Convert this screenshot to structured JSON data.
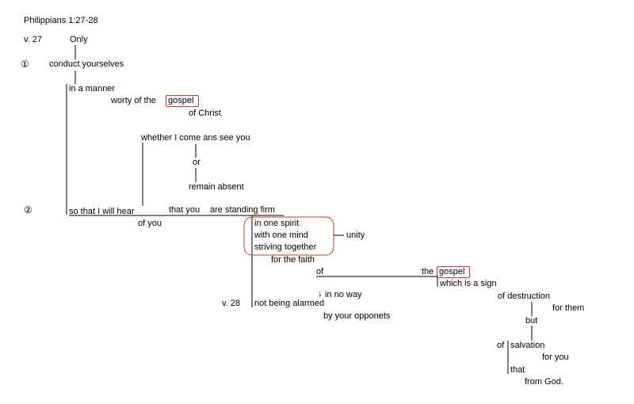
{
  "title": "Philippians 1:27-28",
  "verse_27": "v. 27",
  "verse_28": "v. 28",
  "marker_1": "①",
  "marker_2": "②",
  "highlight_color": "#d33333",
  "words": {
    "only": "Only",
    "conduct": "conduct yourselves",
    "in_a_manner": "in a manner",
    "worty_of_the": "worty of the",
    "gospel": "gospel",
    "of_christ": "of Christ",
    "whether": "whether I come ans see you",
    "or": "or",
    "remain_absent": "remain absent",
    "so_that": "so that I will hear",
    "that_you": "that you",
    "are_standing_firm": "are standing firm",
    "of_you": "of you",
    "in_one_spirit": "in one spirit",
    "with_one_mind": "with one mind",
    "striving_together": "striving together",
    "unity": "unity",
    "for_the_faith": "for the faith",
    "of": "of",
    "the": "the",
    "gospel2": "gospel",
    "which_is_a_sign": "which is a sign",
    "in_no_way": "in no way",
    "not_being_alarmed": "not being alarmed",
    "by_your_opponets": "by your opponets",
    "of_destruction": "of destruction",
    "for_them": "for them",
    "but": "but",
    "of2": "of",
    "salvation": "salvation",
    "for_you": "for you",
    "that": "that",
    "from_god": "from God."
  }
}
